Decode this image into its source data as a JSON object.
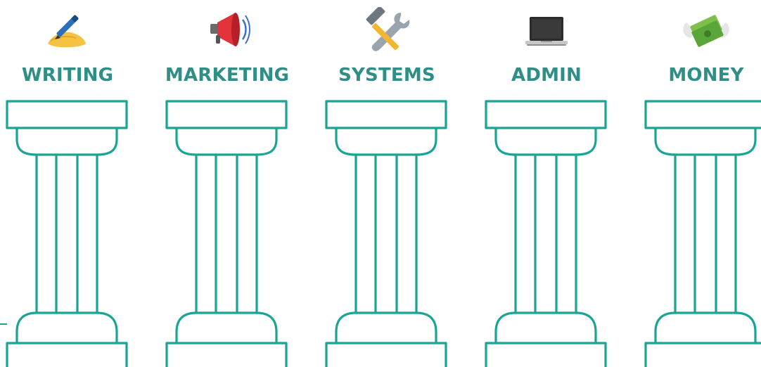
{
  "pillars": [
    {
      "label": "WRITING",
      "icon": "writing-hand-icon"
    },
    {
      "label": "MARKETING",
      "icon": "megaphone-icon"
    },
    {
      "label": "SYSTEMS",
      "icon": "hammer-wrench-icon"
    },
    {
      "label": "ADMIN",
      "icon": "laptop-icon"
    },
    {
      "label": "MONEY",
      "icon": "money-wings-icon"
    }
  ],
  "colors": {
    "label": "#2f8f86",
    "pillar_stroke": "#1aa493"
  }
}
